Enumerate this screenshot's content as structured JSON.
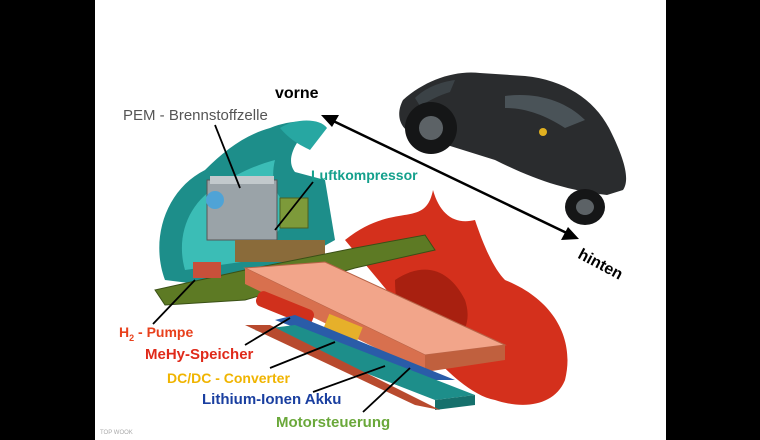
{
  "labels": {
    "pem": "PEM - Brennstoffzelle",
    "luftkompressor": "Luftkompressor",
    "h2_prefix": "H",
    "h2_sub": "2",
    "h2_suffix": " - Pumpe",
    "mehy": "MeHy-Speicher",
    "dcdc": "DC/DC - Converter",
    "akku": "Lithium-Ionen Akku",
    "motor": "Motorsteuerung",
    "vorne": "vorne",
    "hinten": "hinten",
    "credit": "TOP WOOK"
  },
  "colors": {
    "pem": "#555555",
    "luftkompressor": "#14a08c",
    "h2": "#e8401c",
    "mehy": "#e02a1a",
    "dcdc": "#f0b400",
    "akku": "#1a3fa0",
    "motor": "#6aa83a",
    "hull": "#2aa6a0",
    "fairing": "#d4301c",
    "battery_top": "#f2a58a",
    "battery_side": "#d8704e"
  }
}
